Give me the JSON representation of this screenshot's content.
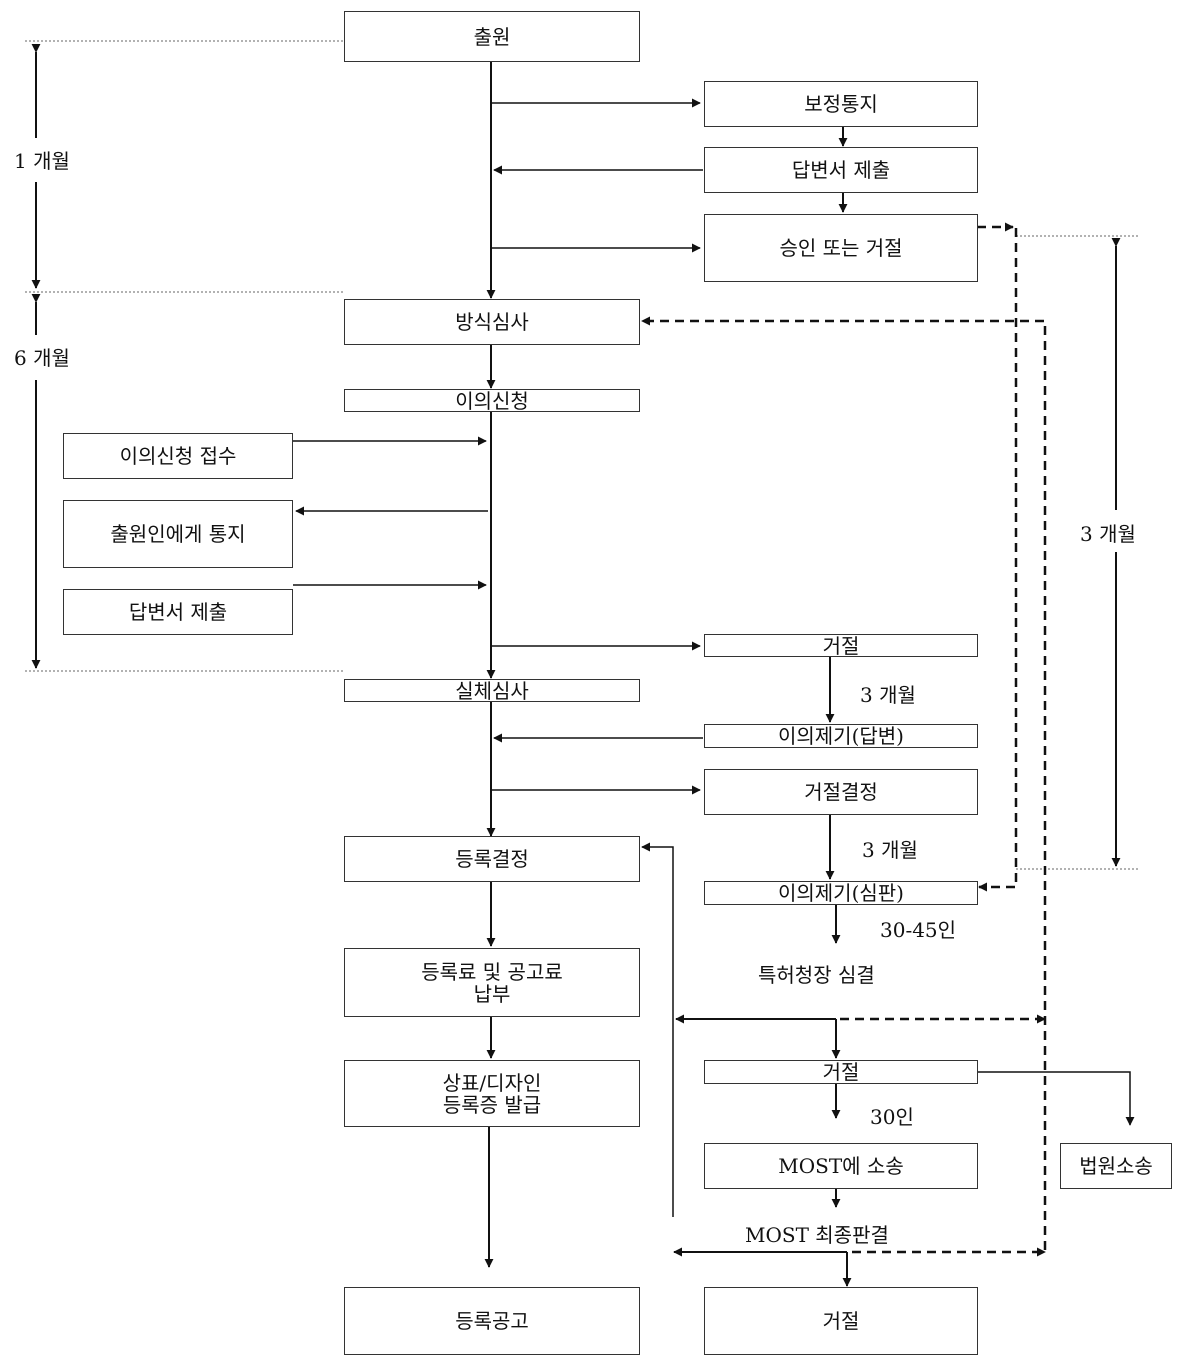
{
  "nodes": {
    "application": "출원",
    "correction_notice": "보정통지",
    "answer_submit_1": "답변서 제출",
    "approve_or_reject": "승인 또는 거절",
    "formality_exam": "방식심사",
    "opposition": "이의신청",
    "opposition_receipt": "이의신청 접수",
    "notify_applicant": "출원인에게 통지",
    "answer_submit_2": "답변서 제출",
    "rejection_1": "거절",
    "substantive_exam": "실체심사",
    "objection_answer": "이의제기(답변)",
    "rejection_decision": "거절결정",
    "registration_decision": "등록결정",
    "objection_trial": "이의제기(심판)",
    "fee_payment": "등록료 및 공고료\n납부",
    "certificate_issue": "상표/디자인\n등록증 발급",
    "rejection_2": "거절",
    "lawsuit_most": "MOST에 소송",
    "court_lawsuit": "법원소송",
    "registration_notice": "등록공고",
    "rejection_final": "거절"
  },
  "labels": {
    "one_month": "1 개월",
    "six_months": "6 개월",
    "three_months_right": "3 개월",
    "three_months_a": "3 개월",
    "three_months_b": "3 개월",
    "days_30_45": "30-45인",
    "commissioner_decision": "특허청장 심결",
    "days_30": "30인",
    "most_final": "MOST 최종판결"
  }
}
